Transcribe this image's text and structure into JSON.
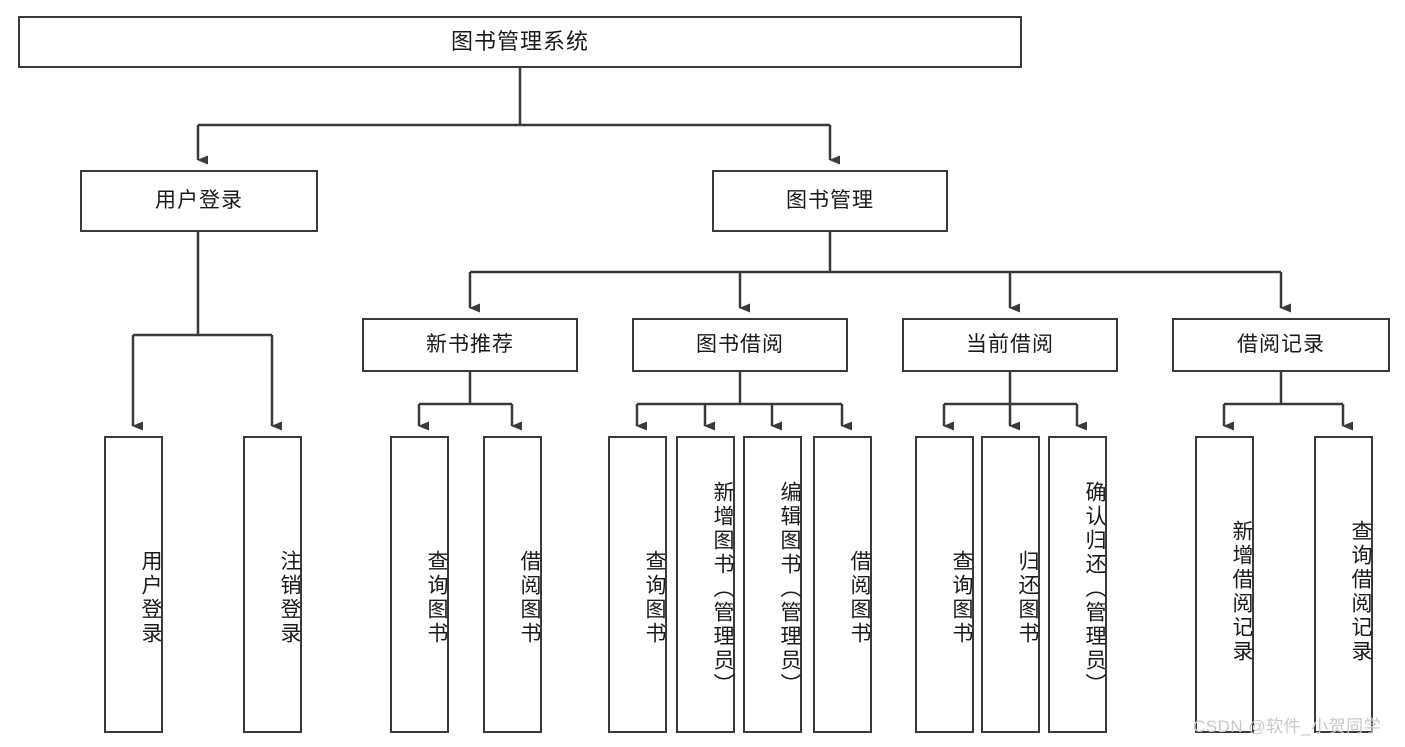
{
  "diagram": {
    "title": "图书管理系统",
    "type": "tree",
    "root": {
      "label": "图书管理系统"
    },
    "level1": [
      {
        "label": "用户登录"
      },
      {
        "label": "图书管理"
      }
    ],
    "level2": [
      {
        "label": "新书推荐"
      },
      {
        "label": "图书借阅"
      },
      {
        "label": "当前借阅"
      },
      {
        "label": "借阅记录"
      }
    ],
    "leaves": {
      "user_login": [
        {
          "label": "用户登录"
        },
        {
          "label": "注销登录"
        }
      ],
      "new_book_recommend": [
        {
          "label": "查询图书"
        },
        {
          "label": "借阅图书"
        }
      ],
      "book_borrow": [
        {
          "label": "查询图书"
        },
        {
          "label": "新增图书（管理员）"
        },
        {
          "label": "编辑图书（管理员）"
        },
        {
          "label": "借阅图书"
        }
      ],
      "current_borrow": [
        {
          "label": "查询图书"
        },
        {
          "label": "归还图书"
        },
        {
          "label": "确认归还（管理员）"
        }
      ],
      "borrow_record": [
        {
          "label": "新增借阅记录"
        },
        {
          "label": "查询借阅记录"
        }
      ]
    }
  },
  "watermark": {
    "text": "CSDN @软件_小贺同学"
  },
  "colors": {
    "stroke": "#3a3a3a",
    "background": "#ffffff",
    "text": "#1a1a1a",
    "watermark": "#c9c9c9"
  }
}
